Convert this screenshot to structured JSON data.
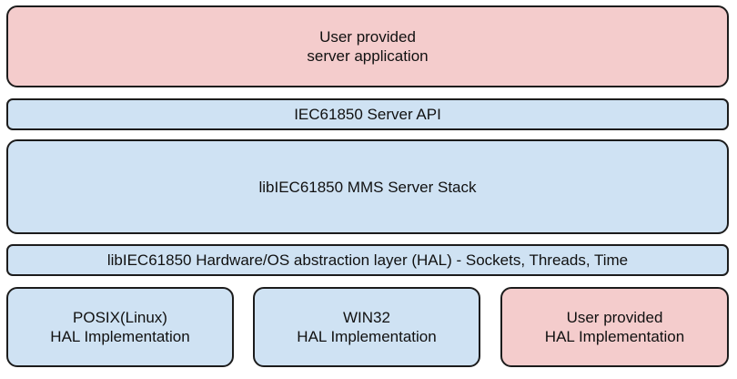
{
  "layers": {
    "app": {
      "text": "User provided\nserver application",
      "color": "#f4cccc"
    },
    "api": {
      "text": "IEC61850 Server API",
      "color": "#cfe2f3"
    },
    "stack": {
      "text": "libIEC61850 MMS Server Stack",
      "color": "#cfe2f3"
    },
    "hal": {
      "text": "libIEC61850 Hardware/OS abstraction layer (HAL) - Sockets, Threads, Time",
      "color": "#cfe2f3"
    }
  },
  "implementations": {
    "posix": {
      "text": "POSIX(Linux)\nHAL Implementation",
      "color": "#cfe2f3"
    },
    "win32": {
      "text": "WIN32\nHAL Implementation",
      "color": "#cfe2f3"
    },
    "user": {
      "text": "User provided\nHAL Implementation",
      "color": "#f4cccc"
    }
  }
}
